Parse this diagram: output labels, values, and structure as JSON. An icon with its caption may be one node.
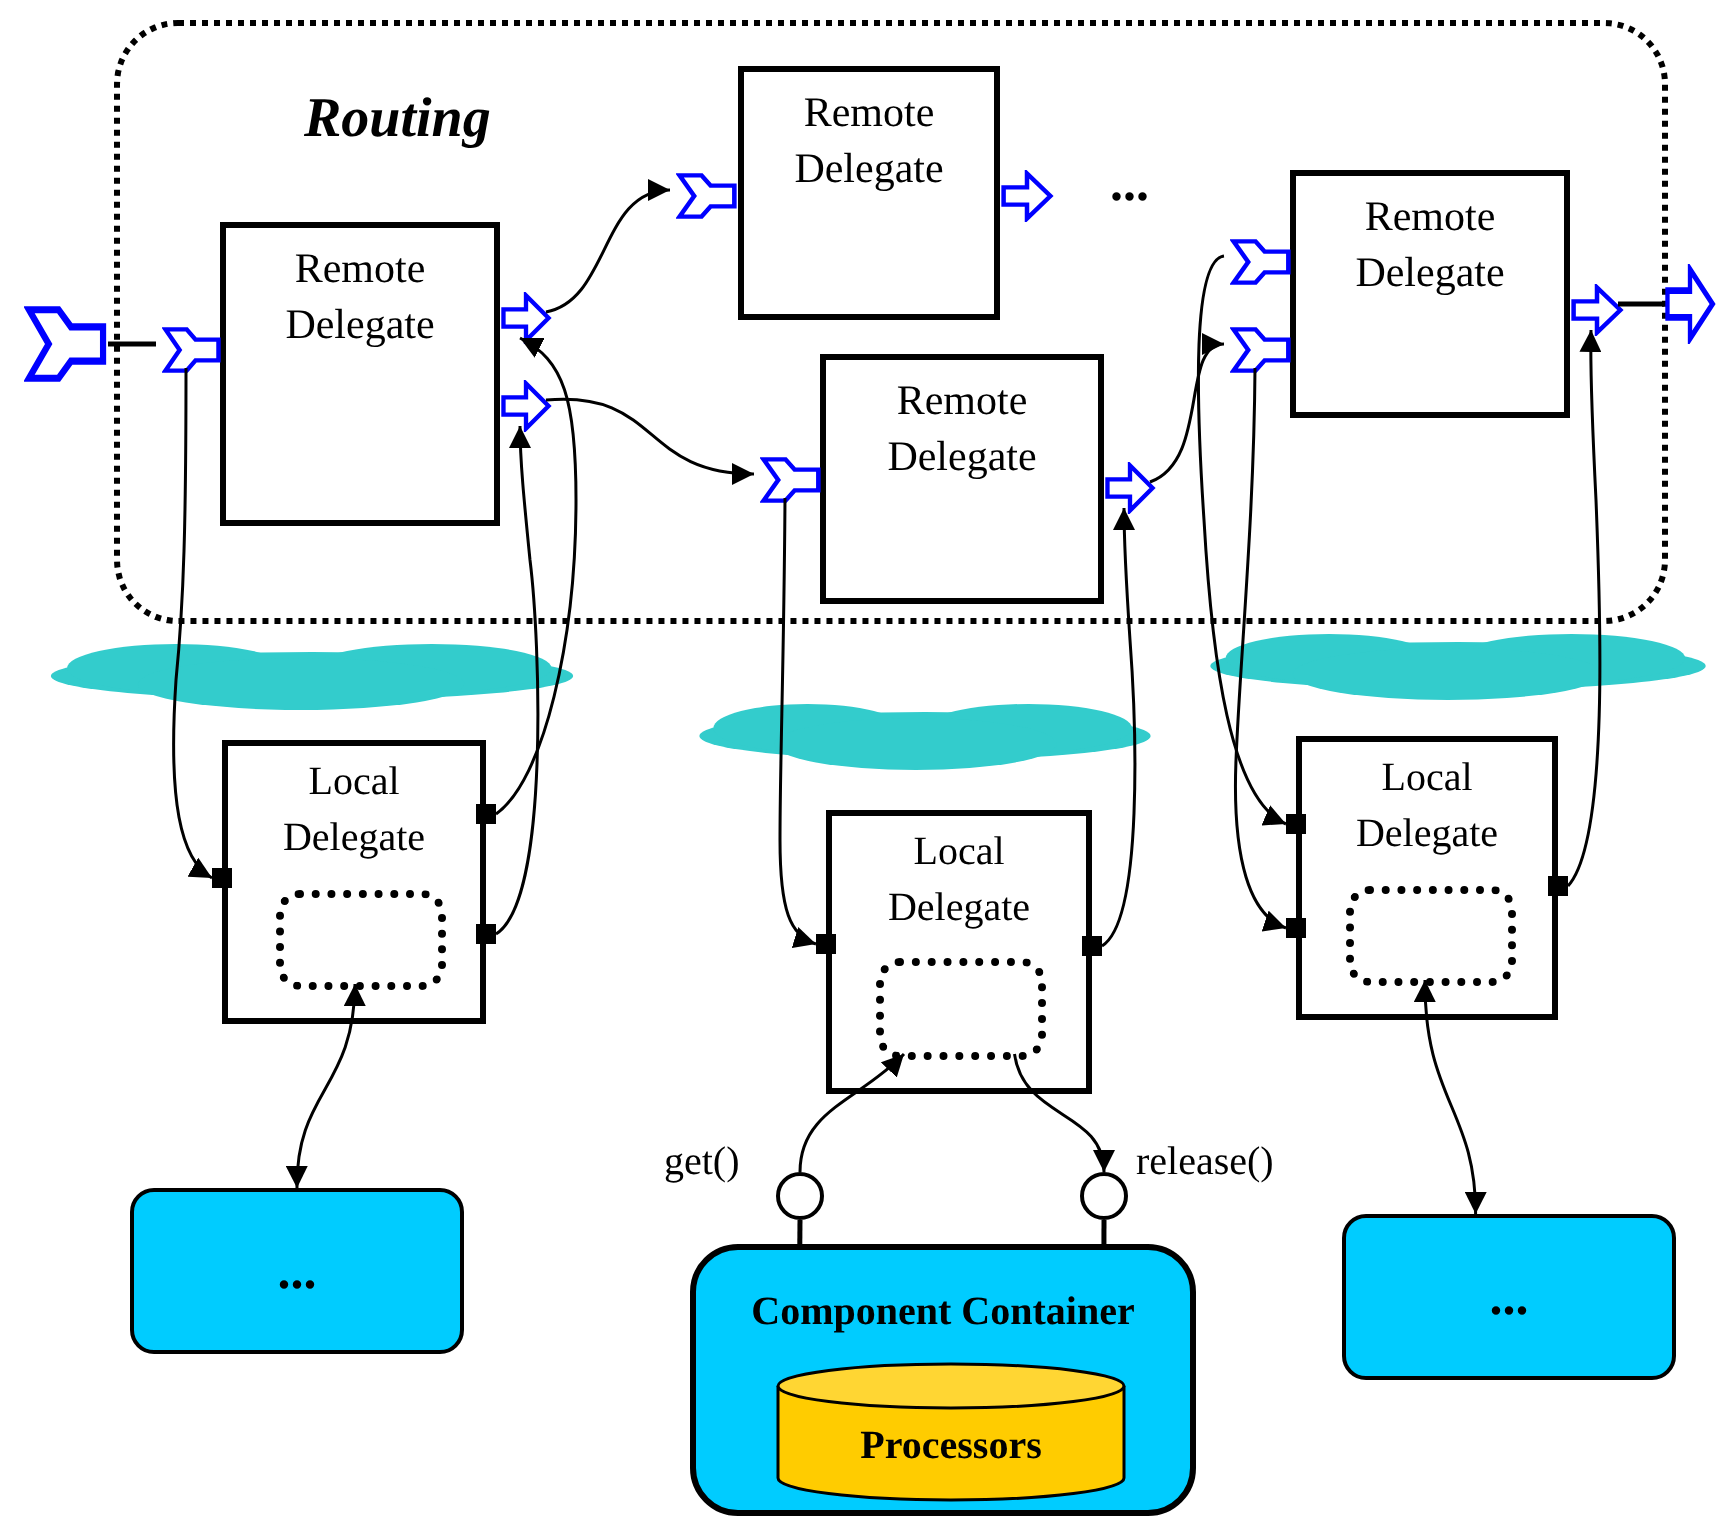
{
  "diagram": {
    "nodes": [
      {
        "text": [
          "Routing"
        ]
      },
      {
        "text": [
          "Remote Delegate"
        ],
        "in": 0
      },
      {
        "text": [
          "Remote Delegate"
        ],
        "in": 0
      },
      {
        "text": [
          "Remote Delegate"
        ],
        "in": 0
      },
      {
        "text": [
          "Remote Delegate"
        ],
        "in": 0
      },
      {
        "text": [
          "Local Delegate"
        ]
      },
      {
        "text": [],
        "shape": "box",
        "in": 5
      },
      {
        "text": [
          "Local Delegate"
        ]
      },
      {
        "text": [],
        "shape": "box",
        "in": 7
      },
      {
        "text": [
          "Local Delegate"
        ]
      },
      {
        "text": [],
        "shape": "box",
        "in": 9
      },
      {
        "text": [
          "..."
        ]
      },
      {
        "text": [
          "Component Container"
        ]
      },
      {
        "text": [
          "Processors"
        ],
        "in": 12
      },
      {
        "text": [],
        "shape": "circle",
        "beside": [
          "get()"
        ]
      },
      {
        "text": [],
        "shape": "circle",
        "beside": [
          "release()"
        ]
      },
      {
        "text": [
          "..."
        ]
      },
      {
        "text": [],
        "shape": "chevron"
      },
      {
        "text": [],
        "shape": "arrow"
      },
      {
        "text": [],
        "shape": "chevron",
        "in": 0
      },
      {
        "text": [],
        "shape": "arrow",
        "in": 0
      },
      {
        "text": [],
        "shape": "arrow",
        "in": 0
      },
      {
        "text": [],
        "shape": "chevron",
        "in": 0
      },
      {
        "text": [],
        "shape": "arrow",
        "in": 0
      },
      {
        "text": [],
        "shape": "chevron",
        "in": 0
      },
      {
        "text": [],
        "shape": "arrow",
        "in": 0
      },
      {
        "text": [],
        "shape": "chevron",
        "in": 0
      },
      {
        "text": [],
        "shape": "chevron",
        "in": 0
      },
      {
        "text": [],
        "shape": "arrow",
        "in": 0
      },
      {
        "text": [],
        "shape": "square"
      },
      {
        "text": [],
        "shape": "square"
      },
      {
        "text": [],
        "shape": "square"
      },
      {
        "text": [],
        "shape": "square"
      },
      {
        "text": [],
        "shape": "square"
      },
      {
        "text": [],
        "shape": "square"
      },
      {
        "text": [],
        "shape": "square"
      },
      {
        "text": [],
        "shape": "square"
      }
    ],
    "edges": [
      {
        "from": 17,
        "to": 19,
        "arrow": "none"
      },
      {
        "from": 20,
        "to": 22,
        "arrow": "to"
      },
      {
        "from": 21,
        "to": 24,
        "arrow": "to"
      },
      {
        "from": 25,
        "to": 27,
        "arrow": "to"
      },
      {
        "from": 28,
        "to": 18,
        "arrow": "none"
      },
      {
        "from": 19,
        "to": 29,
        "arrow": "to"
      },
      {
        "from": 30,
        "to": 20,
        "arrow": "to"
      },
      {
        "from": 31,
        "to": 21,
        "arrow": "to"
      },
      {
        "from": 24,
        "to": 32,
        "arrow": "to"
      },
      {
        "from": 33,
        "to": 25,
        "arrow": "to"
      },
      {
        "from": 26,
        "to": 34,
        "arrow": "to"
      },
      {
        "from": 27,
        "to": 35,
        "arrow": "to"
      },
      {
        "from": 36,
        "to": 28,
        "arrow": "to"
      },
      {
        "from": 6,
        "to": 11,
        "arrow": "both"
      },
      {
        "from": 10,
        "to": 16,
        "arrow": "both"
      },
      {
        "from": 14,
        "to": 8,
        "arrow": "to"
      },
      {
        "from": 8,
        "to": 15,
        "arrow": "to"
      },
      {
        "from": 12,
        "to": 14,
        "arrow": "none"
      },
      {
        "from": 12,
        "to": 15,
        "arrow": "none"
      }
    ],
    "labels": [
      "..."
    ]
  }
}
